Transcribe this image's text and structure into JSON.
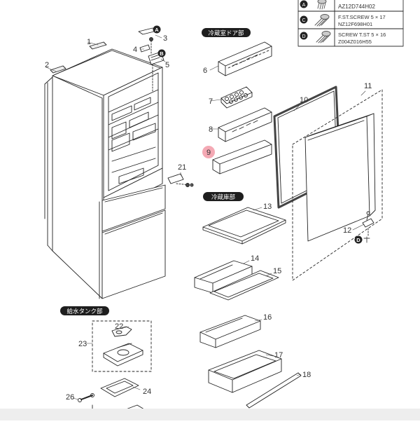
{
  "screws": [
    {
      "letter": "A",
      "line1": "",
      "line2": "AZ12D744H02"
    },
    {
      "letter": "C",
      "line1": "F.ST.SCREW 5 × 17",
      "line2": "NZ12F698H01"
    },
    {
      "letter": "D",
      "line1": "SCREW T.ST 5 × 16",
      "line2": "Z004Z016H55"
    }
  ],
  "sections": {
    "fridge_door": "冷蔵室ドア部",
    "fridge_interior": "冷蔵庫部",
    "water_tank": "給水タンク部"
  },
  "callouts": {
    "A": "A",
    "B": "B",
    "D": "D"
  },
  "parts": {
    "p1": "1",
    "p2": "2",
    "p3": "3",
    "p4": "4",
    "p5": "5",
    "p6": "6",
    "p7": "7",
    "p8": "8",
    "p9": "9",
    "p10": "10",
    "p11": "11",
    "p12": "12",
    "p13": "13",
    "p14": "14",
    "p15": "15",
    "p16": "16",
    "p17": "17",
    "p18": "18",
    "p21": "21",
    "p22": "22",
    "p23": "23",
    "p24": "24",
    "p26": "26"
  },
  "highlight_color": "#f4a9b4"
}
